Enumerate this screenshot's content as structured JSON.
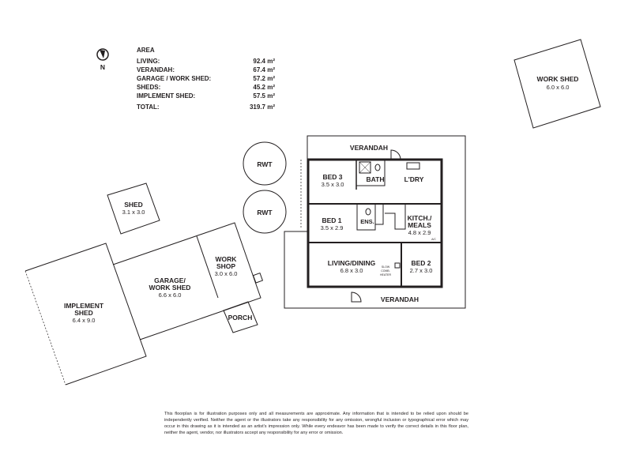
{
  "compass": {
    "label": "N"
  },
  "area_table": {
    "title": "AREA",
    "rows": [
      {
        "label": "LIVING:",
        "value": "92.4 m²"
      },
      {
        "label": "VERANDAH:",
        "value": "67.4 m²"
      },
      {
        "label": "GARAGE / WORK SHED:",
        "value": "57.2 m²"
      },
      {
        "label": "SHEDS:",
        "value": "45.2 m²"
      },
      {
        "label": "IMPLEMENT SHED:",
        "value": "57.5 m²"
      }
    ],
    "total": {
      "label": "TOTAL:",
      "value": "319.7 m²"
    }
  },
  "rooms": {
    "verandah_top": "VERANDAH",
    "verandah_bottom": "VERANDAH",
    "bed3": {
      "name": "BED 3",
      "dims": "3.5 x 3.0"
    },
    "bath": "BATH",
    "ldry": "L'DRY",
    "bed1": {
      "name": "BED 1",
      "dims": "3.5 x 2.9"
    },
    "ens": "ENS.",
    "kitchen": {
      "name": "KITCH./",
      "name2": "MEALS",
      "dims": "4.8 x 2.9"
    },
    "ac": "A/C",
    "living": {
      "name": "LIVING/DINING",
      "dims": "6.8 x 3.0"
    },
    "heater": {
      "l1": "SLOW",
      "l2": "COMB.",
      "l3": "HEATER"
    },
    "bed2": {
      "name": "BED 2",
      "dims": "2.7 x 3.0"
    },
    "rwt1": "RWT",
    "rwt2": "RWT",
    "shed": {
      "name": "SHED",
      "dims": "3.1 x 3.0"
    },
    "workshop": {
      "name": "WORK",
      "name2": "SHOP",
      "dims": "3.0 x 6.0"
    },
    "garage": {
      "name": "GARAGE/",
      "name2": "WORK SHED",
      "dims": "6.6 x 6.0"
    },
    "porch": "PORCH",
    "implement": {
      "name": "IMPLEMENT",
      "name2": "SHED",
      "dims": "6.4 x 9.0"
    },
    "workshed": {
      "name": "WORK SHED",
      "dims": "6.0 x 6.0"
    }
  },
  "disclaimer": "This floorplan is for illustration purposes only and all measurements are approximate. Any information that is intended to be relied upon should be independently verified. Neither the agent or the illustrators take any responsibility for any omission, wrongful inclusion or typographical error which may occur in this drawing as it is intended as an artist's impression only. While every endeavor has been made to verify the correct details in this floor plan, neither the agent, vendor, nor illustrators accept any responsibility for any error or omission."
}
